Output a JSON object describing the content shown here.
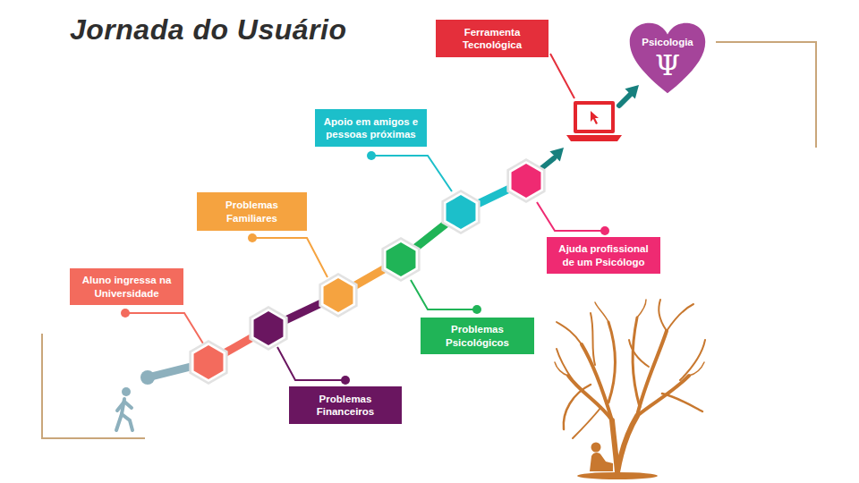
{
  "diagram": {
    "title": "Jornada do Usuário",
    "nodes": [
      {
        "text": [
          "Aluno ingressa na Universidade"
        ]
      },
      {
        "text": [
          "Problemas Financeiros"
        ]
      },
      {
        "text": [
          "Problemas Familiares"
        ]
      },
      {
        "text": [
          "Problemas Psicológicos"
        ]
      },
      {
        "text": [
          "Apoio em amigos e pessoas próximas"
        ]
      },
      {
        "text": [
          "Ajuda profissional de um Psicólogo"
        ]
      },
      {
        "text": [
          "Ferramenta Tecnológica"
        ]
      },
      {
        "text": [
          "Psicologia",
          "Ψ"
        ]
      }
    ]
  }
}
